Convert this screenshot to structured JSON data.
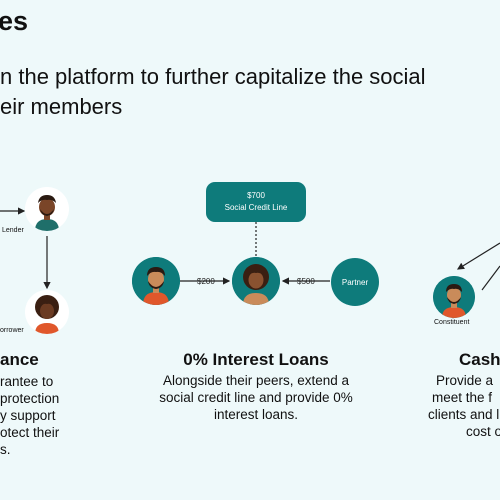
{
  "title": "es",
  "subtitle": {
    "line1": "n the platform to further capitalize the social",
    "line2": "eir members"
  },
  "left": {
    "lender_caption": "Lender",
    "borrower_caption": "orrower",
    "heading": "ance",
    "desc": [
      "rantee to",
      "protection",
      "y support",
      "otect their",
      "s."
    ]
  },
  "middle": {
    "credit_box": {
      "amount": "$700",
      "label": "Social Credit Line"
    },
    "edge_left": "$200",
    "edge_right": "$500",
    "partner": "Partner",
    "heading": "0% Interest Loans",
    "desc": [
      "Alongside their peers, extend a",
      "social credit line and provide 0%",
      "interest loans."
    ]
  },
  "right": {
    "constituent_caption": "Constituent",
    "heading": "Cash",
    "desc": [
      "Provide a",
      "meet the f",
      "clients and l",
      "cost o"
    ]
  },
  "colors": {
    "background": "#eef9fa",
    "teal": "#0e7b7b",
    "skin_light": "#c98b5a",
    "skin_dark": "#6b3b22",
    "hair": "#2a1a12",
    "shirt_orange": "#e0572b",
    "shirt_teal": "#1f6f6a"
  }
}
